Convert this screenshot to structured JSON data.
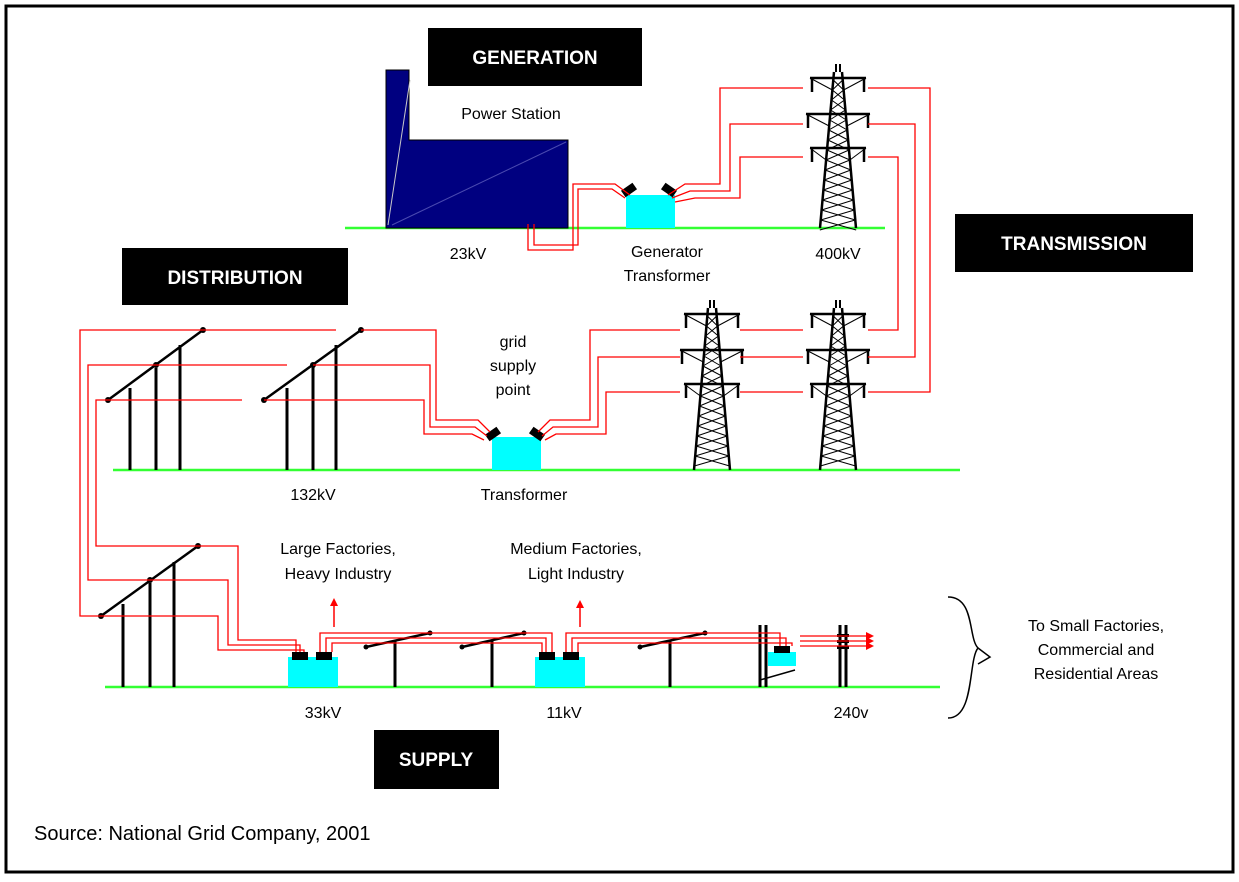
{
  "headings": {
    "generation": "GENERATION",
    "transmission": "TRANSMISSION",
    "distribution": "DISTRIBUTION",
    "supply": "SUPPLY"
  },
  "labels": {
    "power_station": "Power Station",
    "v23": "23kV",
    "generator_transformer_1": "Generator",
    "generator_transformer_2": "Transformer",
    "v400": "400kV",
    "grid_1": "grid",
    "grid_2": "supply",
    "grid_3": "point",
    "v132": "132kV",
    "transformer": "Transformer",
    "large_1": "Large Factories,",
    "large_2": "Heavy Industry",
    "medium_1": "Medium Factories,",
    "medium_2": "Light Industry",
    "small_1": "To Small Factories,",
    "small_2": "Commercial and",
    "small_3": "Residential Areas",
    "v33": "33kV",
    "v11": "11kV",
    "v240": "240v"
  },
  "source": "Source: National Grid Company, 2001",
  "colors": {
    "wire": "#ff0000",
    "ground": "#33ff33",
    "transformer": "#00ffff",
    "station": "#000080",
    "heading_bg": "#000000",
    "heading_text": "#ffffff"
  }
}
